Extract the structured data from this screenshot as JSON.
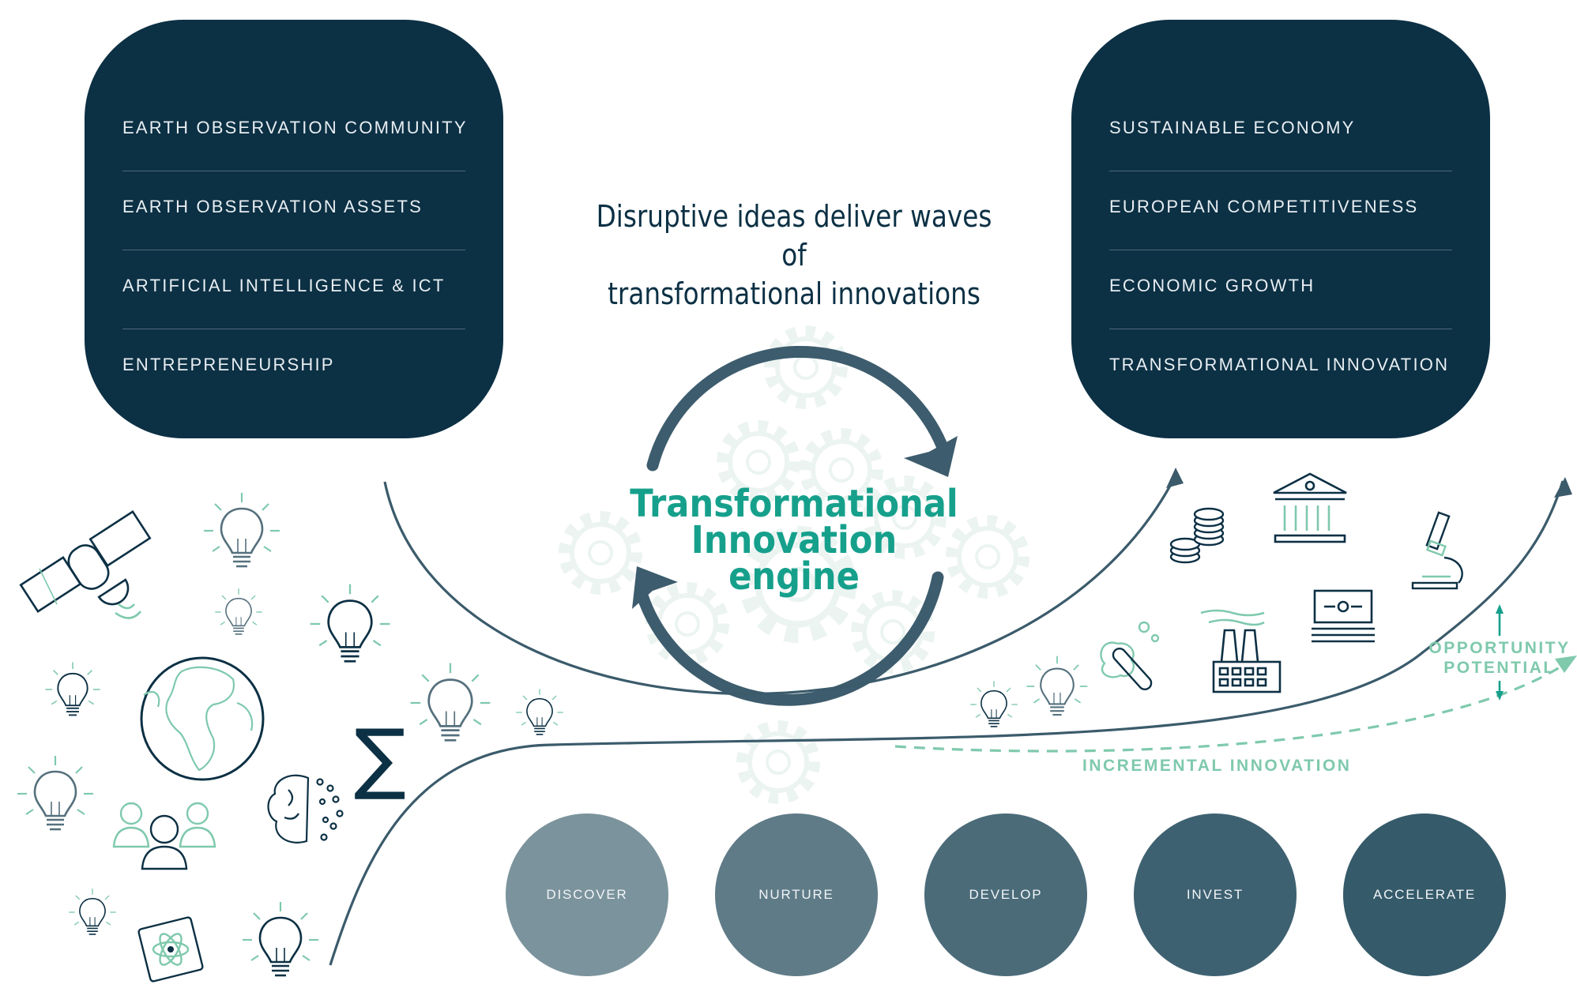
{
  "inputs_panel": {
    "items": [
      "EARTH OBSERVATION COMMUNITY",
      "EARTH OBSERVATION ASSETS",
      "ARTIFICIAL INTELLIGENCE & ICT",
      "ENTREPRENEURSHIP"
    ]
  },
  "outcomes_panel": {
    "items": [
      "SUSTAINABLE ECONOMY",
      "EUROPEAN COMPETITIVENESS",
      "ECONOMIC GROWTH",
      "TRANSFORMATIONAL INNOVATION"
    ]
  },
  "headline": {
    "line1": "Disruptive ideas deliver waves of",
    "line2": "transformational innovations"
  },
  "engine": {
    "line1": "Transformational Innovation",
    "line2": "engine"
  },
  "labels": {
    "opportunity_line1": "OPPORTUNITY",
    "opportunity_line2": "POTENTIAL",
    "incremental": "INCREMENTAL INNOVATION"
  },
  "stages": [
    "DISCOVER",
    "NURTURE",
    "DEVELOP",
    "INVEST",
    "ACCELERATE"
  ],
  "colors": {
    "panel": "#0c3044",
    "accent_teal": "#16a08c",
    "light_green": "#7fc9ad",
    "curve": "#3b5b6b",
    "stages": [
      "#7b939c",
      "#5f7b87",
      "#4b6b79",
      "#3e6171",
      "#355a6a"
    ]
  },
  "icons": [
    "satellite-icon",
    "lightbulb-icon",
    "globe-icon",
    "people-icon",
    "brain-icon",
    "sigma-icon",
    "chip-icon",
    "coins-icon",
    "bank-icon",
    "microscope-icon",
    "banknote-icon",
    "factory-icon",
    "test-tube-icon",
    "gears-icon",
    "cycle-arrows-icon"
  ]
}
